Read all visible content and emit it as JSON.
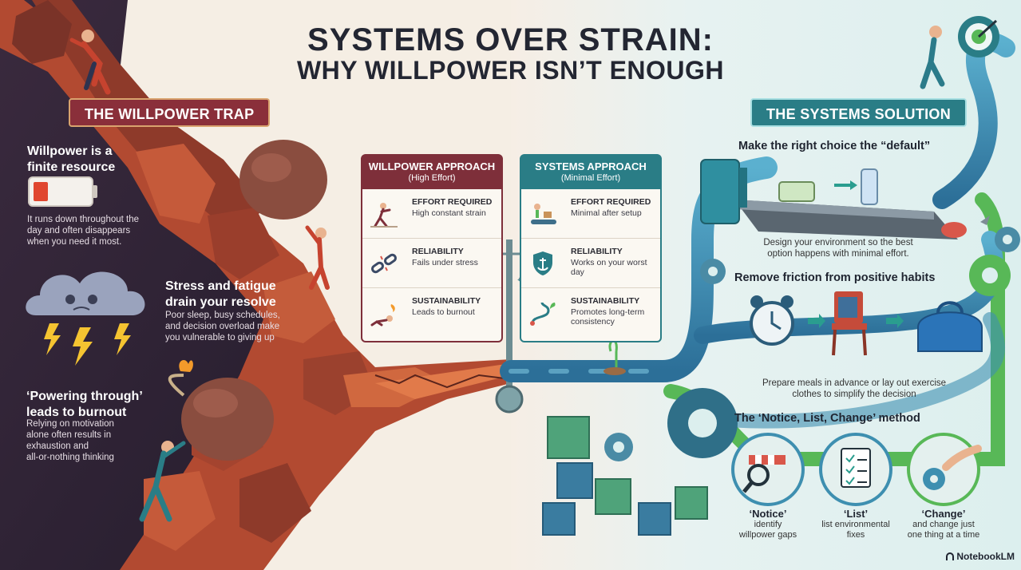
{
  "title": {
    "line1": "SYSTEMS OVER STRAIN:",
    "line2": "WHY WILLPOWER ISN’T ENOUGH"
  },
  "left": {
    "banner": "THE WILLPOWER TRAP",
    "items": [
      {
        "heading_l1": "Willpower is a",
        "heading_l2": "finite resource",
        "body": [
          "It runs down throughout the",
          "day and often disappears",
          "when you need it most."
        ],
        "icon": "low-battery-icon"
      },
      {
        "heading_l1": "Stress and fatigue",
        "heading_l2": "drain your resolve",
        "body": [
          "Poor sleep, busy schedules,",
          "and decision overload make",
          "you vulnerable to giving up"
        ],
        "icon": "storm-cloud-icon"
      },
      {
        "heading_l1": "‘Powering through’",
        "heading_l2": "leads to burnout",
        "body": [
          "Relying on motivation",
          "alone often results in",
          "exhaustion and",
          "all-or-nothing thinking"
        ],
        "icon": "burning-boulder-icon"
      }
    ]
  },
  "compare": {
    "willpower": {
      "title": "WILLPOWER APPROACH",
      "subtitle": "(High Effort)",
      "rows": [
        {
          "label": "EFFORT REQUIRED",
          "value": "High constant strain",
          "icon": "straining-person-icon"
        },
        {
          "label": "RELIABILITY",
          "value": "Fails under stress",
          "icon": "broken-chain-icon"
        },
        {
          "label": "SUSTAINABILITY",
          "value": "Leads to burnout",
          "icon": "collapsed-person-icon"
        }
      ]
    },
    "systems": {
      "title": "SYSTEMS APPROACH",
      "subtitle": "(Minimal Effort)",
      "rows": [
        {
          "label": "EFFORT REQUIRED",
          "value": "Minimal after setup",
          "icon": "conveyor-person-icon"
        },
        {
          "label": "RELIABILITY",
          "value": "Works on your worst day",
          "icon": "anchor-shield-icon"
        },
        {
          "label": "SUSTAINABILITY",
          "value": "Promotes long-term consistency",
          "icon": "growth-path-icon"
        }
      ]
    }
  },
  "right": {
    "banner": "THE SYSTEMS SOLUTION",
    "default": {
      "heading": "Make the right choice the “default”",
      "body": [
        "Design your environment so the best",
        "option happens with minimal effort."
      ]
    },
    "friction": {
      "heading": "Remove friction from positive habits",
      "body": [
        "Prepare meals in advance or lay out exercise",
        "clothes to simplify the decision"
      ]
    },
    "method": {
      "heading": "The ‘Notice, List, Change’ method",
      "steps": [
        {
          "title": "‘Notice’",
          "desc": [
            "identify",
            "willpower gaps"
          ],
          "icon": "magnifier-barrier-icon"
        },
        {
          "title": "‘List’",
          "desc": [
            "list environmental",
            "fixes"
          ],
          "icon": "checklist-icon"
        },
        {
          "title": "‘Change’",
          "desc": [
            "and change just",
            "one thing at a time"
          ],
          "icon": "gear-hand-icon"
        }
      ]
    }
  },
  "footer": "NotebookLM",
  "colors": {
    "left_bg": "#2f2436",
    "left_banner": "#8a2f3a",
    "right_banner": "#2a7d86",
    "willpower_panel": "#7e2f3a",
    "systems_panel": "#2a7d86",
    "rock": "#b04a32",
    "pipe": "#3b8fb3",
    "accent_green": "#58b857"
  }
}
